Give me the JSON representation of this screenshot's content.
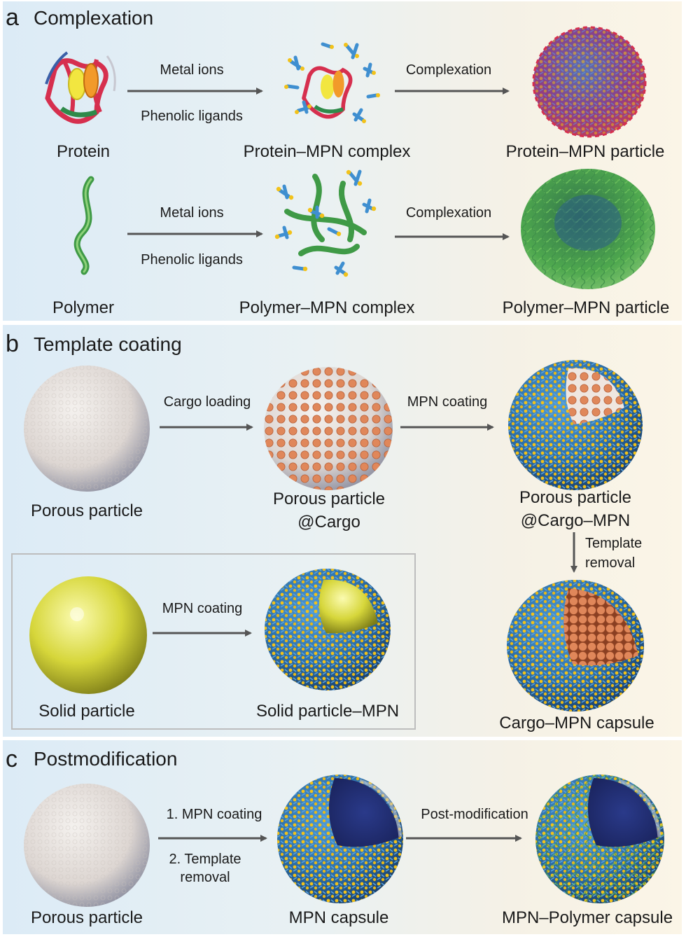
{
  "panel_a": {
    "letter": "a",
    "title": "Complexation",
    "row1": {
      "start_label": "Protein",
      "arrow1_top": "Metal ions",
      "arrow1_bottom": "Phenolic ligands",
      "mid_label": "Protein–MPN complex",
      "arrow2_top": "Complexation",
      "end_label": "Protein–MPN particle"
    },
    "row2": {
      "start_label": "Polymer",
      "arrow1_top": "Metal ions",
      "arrow1_bottom": "Phenolic ligands",
      "mid_label": "Polymer–MPN complex",
      "arrow2_top": "Complexation",
      "end_label": "Polymer–MPN particle"
    }
  },
  "panel_b": {
    "letter": "b",
    "title": "Template coating",
    "porous_label": "Porous particle",
    "arrow_cargo": "Cargo loading",
    "cargo_label_1": "Porous particle",
    "cargo_label_2": "@Cargo",
    "arrow_mpn": "MPN coating",
    "coated_label_1": "Porous particle",
    "coated_label_2": "@Cargo–MPN",
    "arrow_removal_1": "Template",
    "arrow_removal_2": "removal",
    "capsule_label": "Cargo–MPN capsule",
    "solid_label": "Solid particle",
    "arrow_solid": "MPN coating",
    "solid_mpn_label": "Solid particle–MPN"
  },
  "panel_c": {
    "letter": "c",
    "title": "Postmodification",
    "porous_label": "Porous particle",
    "arrow1_line1": "1. MPN coating",
    "arrow1_line2": "2. Template",
    "arrow1_line3": "removal",
    "capsule_label": "MPN capsule",
    "arrow2": "Post-modification",
    "end_label": "MPN–Polymer capsule"
  },
  "colors": {
    "arrow": "#555555",
    "mpn_blue": "#2f7fc1",
    "mpn_yellow": "#f2c21a",
    "cargo_orange": "#e0875a",
    "polymer_green": "#4caf50",
    "solid_yellow": "#d8d838",
    "porous_gray": "#e2dcd8"
  }
}
